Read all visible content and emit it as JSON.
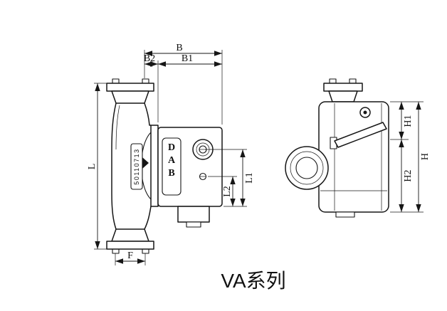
{
  "caption": "VA系列",
  "front_view": {
    "brand": "DAB",
    "serial": "50110713",
    "dim_B": "B",
    "dim_B1": "B1",
    "dim_B2": "B2",
    "dim_L": "L",
    "dim_L1": "L1",
    "dim_L2": "L2",
    "dim_F": "F"
  },
  "side_view": {
    "dim_H": "H",
    "dim_H1": "H1",
    "dim_H2": "H2"
  },
  "colors": {
    "line": "#161616",
    "background": "#ffffff"
  }
}
